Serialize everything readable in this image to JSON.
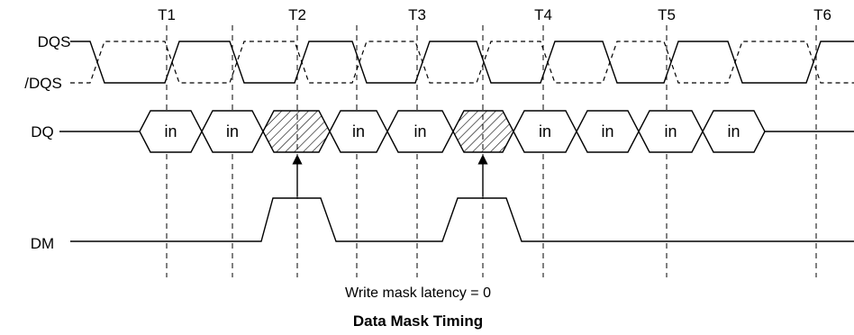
{
  "clocks": [
    {
      "label": "T1"
    },
    {
      "label": "T2"
    },
    {
      "label": "T3"
    },
    {
      "label": "T4"
    },
    {
      "label": "T5"
    },
    {
      "label": "T6"
    }
  ],
  "signals": {
    "dqs": "DQS",
    "dqs_n": "/DQS",
    "dq": "DQ",
    "dm": "DM"
  },
  "dq_cells": [
    {
      "type": "data",
      "text": "in"
    },
    {
      "type": "data",
      "text": "in"
    },
    {
      "type": "masked",
      "text": ""
    },
    {
      "type": "data",
      "text": "in"
    },
    {
      "type": "data",
      "text": "in"
    },
    {
      "type": "masked",
      "text": ""
    },
    {
      "type": "data",
      "text": "in"
    },
    {
      "type": "data",
      "text": "in"
    },
    {
      "type": "data",
      "text": "in"
    },
    {
      "type": "data",
      "text": "in"
    }
  ],
  "annotation": "Write mask latency = 0",
  "title": "Data Mask Timing"
}
